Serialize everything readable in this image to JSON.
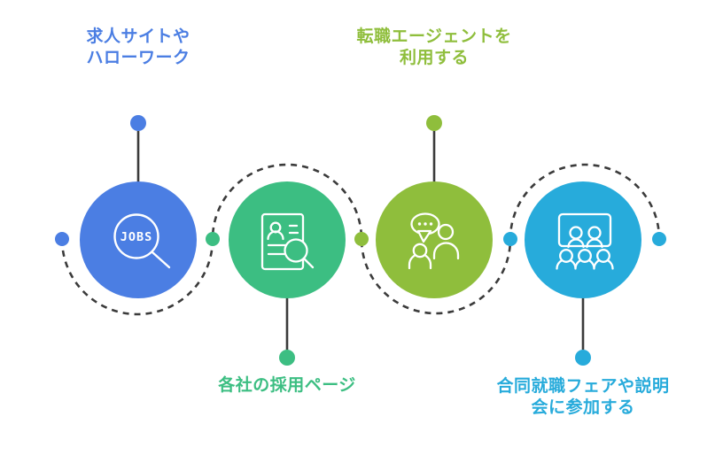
{
  "diagram": {
    "type": "process-flow-infographic",
    "background": "#ffffff",
    "connector_color": "#3b3b3b",
    "connector_style": "dashed"
  },
  "colors": {
    "step1": "#4b7ee3",
    "step2": "#3cbe82",
    "step3": "#8fbe3c",
    "step4": "#27abdb",
    "line": "#3b3b3b",
    "white": "#ffffff"
  },
  "steps": [
    {
      "label_lines": [
        "求人サイトや",
        "ハローワーク"
      ],
      "label_position": "top",
      "icon": "jobs-magnifier-icon",
      "icon_text": "JOBS",
      "color": "#4b7ee3"
    },
    {
      "label_lines": [
        "各社の採用ページ"
      ],
      "label_position": "bottom",
      "icon": "resume-search-icon",
      "color": "#3cbe82"
    },
    {
      "label_lines": [
        "転職エージェントを",
        "利用する"
      ],
      "label_position": "top",
      "icon": "conversation-icon",
      "color": "#8fbe3c"
    },
    {
      "label_lines": [
        "合同就職フェアや説明",
        "会に参加する"
      ],
      "label_position": "bottom",
      "icon": "presentation-audience-icon",
      "color": "#27abdb"
    }
  ]
}
